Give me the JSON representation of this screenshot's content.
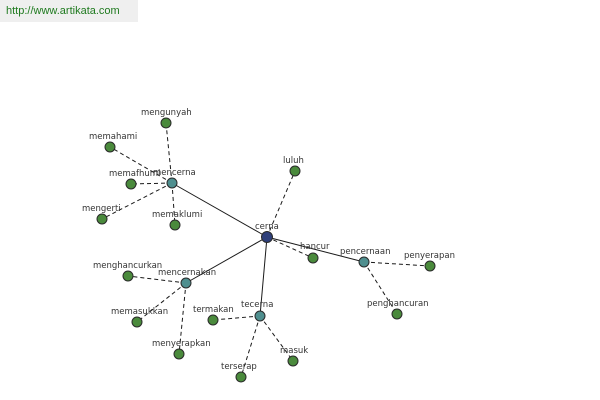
{
  "banner": {
    "url_text": "http://www.artikata.com"
  },
  "colors": {
    "background": "#ffffff",
    "banner_background": "#efefef",
    "banner_text": "#1f7a1f",
    "edge": "#1a1a1a",
    "label": "#333333",
    "root_node": "#2e3f7a",
    "hub_node": "#4f8f8f",
    "leaf_node": "#4a8a3c"
  },
  "graph": {
    "root": "cerna",
    "nodes": [
      {
        "id": "cerna",
        "label": "cerna",
        "kind": "root"
      },
      {
        "id": "mencerna",
        "label": "mencerna",
        "kind": "hub"
      },
      {
        "id": "mencernakan",
        "label": "mencernakan",
        "kind": "hub"
      },
      {
        "id": "tecerna",
        "label": "tecerna",
        "kind": "hub"
      },
      {
        "id": "pencernaan",
        "label": "pencernaan",
        "kind": "hub"
      },
      {
        "id": "luluh",
        "label": "luluh",
        "kind": "leaf"
      },
      {
        "id": "hancur",
        "label": "hancur",
        "kind": "leaf"
      },
      {
        "id": "mengunyah",
        "label": "mengunyah",
        "kind": "leaf"
      },
      {
        "id": "memahami",
        "label": "memahami",
        "kind": "leaf"
      },
      {
        "id": "memafhumi",
        "label": "memafhumi",
        "kind": "leaf"
      },
      {
        "id": "mengerti",
        "label": "mengerti",
        "kind": "leaf"
      },
      {
        "id": "memaklumi",
        "label": "memaklumi",
        "kind": "leaf"
      },
      {
        "id": "menghancurkan",
        "label": "menghancurkan",
        "kind": "leaf"
      },
      {
        "id": "memasukkan",
        "label": "memasukkan",
        "kind": "leaf"
      },
      {
        "id": "menyerapkan",
        "label": "menyerapkan",
        "kind": "leaf"
      },
      {
        "id": "termakan",
        "label": "termakan",
        "kind": "leaf"
      },
      {
        "id": "terserap",
        "label": "terserap",
        "kind": "leaf"
      },
      {
        "id": "masuk",
        "label": "masuk",
        "kind": "leaf"
      },
      {
        "id": "penyerapan",
        "label": "penyerapan",
        "kind": "leaf"
      },
      {
        "id": "penghancuran",
        "label": "penghancuran",
        "kind": "leaf"
      }
    ],
    "edges": [
      {
        "from": "cerna",
        "to": "mencerna",
        "style": "solid"
      },
      {
        "from": "cerna",
        "to": "mencernakan",
        "style": "solid"
      },
      {
        "from": "cerna",
        "to": "tecerna",
        "style": "solid"
      },
      {
        "from": "cerna",
        "to": "pencernaan",
        "style": "solid"
      },
      {
        "from": "cerna",
        "to": "luluh",
        "style": "dashed"
      },
      {
        "from": "cerna",
        "to": "hancur",
        "style": "dashed"
      },
      {
        "from": "mencerna",
        "to": "mengunyah",
        "style": "dashed"
      },
      {
        "from": "mencerna",
        "to": "memahami",
        "style": "dashed"
      },
      {
        "from": "mencerna",
        "to": "memafhumi",
        "style": "dashed"
      },
      {
        "from": "mencerna",
        "to": "mengerti",
        "style": "dashed"
      },
      {
        "from": "mencerna",
        "to": "memaklumi",
        "style": "dashed"
      },
      {
        "from": "mencernakan",
        "to": "menghancurkan",
        "style": "dashed"
      },
      {
        "from": "mencernakan",
        "to": "memasukkan",
        "style": "dashed"
      },
      {
        "from": "mencernakan",
        "to": "menyerapkan",
        "style": "dashed"
      },
      {
        "from": "tecerna",
        "to": "termakan",
        "style": "dashed"
      },
      {
        "from": "tecerna",
        "to": "terserap",
        "style": "dashed"
      },
      {
        "from": "tecerna",
        "to": "masuk",
        "style": "dashed"
      },
      {
        "from": "pencernaan",
        "to": "penyerapan",
        "style": "dashed"
      },
      {
        "from": "pencernaan",
        "to": "penghancuran",
        "style": "dashed"
      }
    ]
  }
}
